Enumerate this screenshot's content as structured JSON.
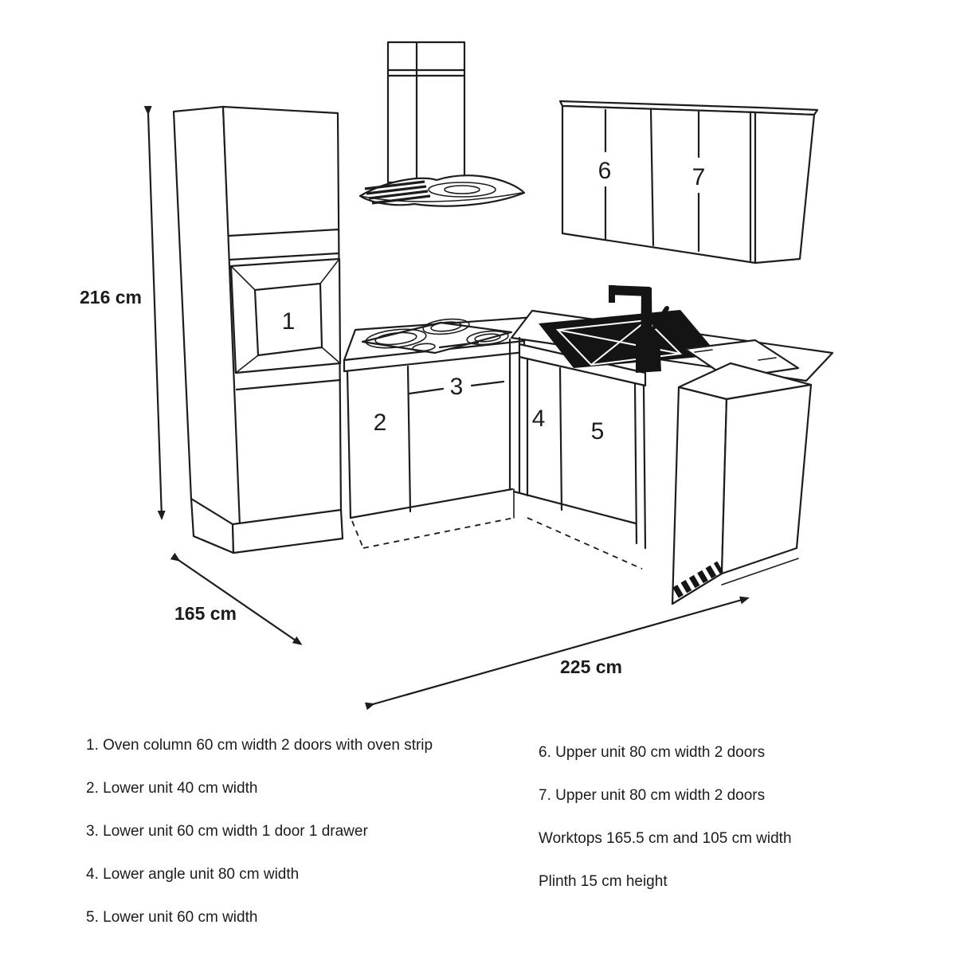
{
  "page": {
    "background": "#ffffff",
    "line_color": "#1d1d1d"
  },
  "diagram": {
    "unit_labels": {
      "u1": "1",
      "u2": "2",
      "u3": "3",
      "u4": "4",
      "u5": "5",
      "u6": "6",
      "u7": "7"
    },
    "dimensions": {
      "height_label": "216 cm",
      "depth_label": "165 cm",
      "width_label": "225 cm"
    }
  },
  "legend": {
    "left": [
      "1. Oven column 60 cm width 2 doors with oven strip",
      "2. Lower unit 40 cm width",
      "3. Lower unit 60 cm width 1 door 1 drawer",
      "4. Lower angle unit 80 cm width",
      "5. Lower unit 60 cm width"
    ],
    "right": [
      "6. Upper unit 80 cm width 2 doors",
      "7. Upper unit 80 cm width 2 doors",
      "Worktops 165.5 cm and 105 cm width",
      "Plinth 15 cm height"
    ]
  }
}
